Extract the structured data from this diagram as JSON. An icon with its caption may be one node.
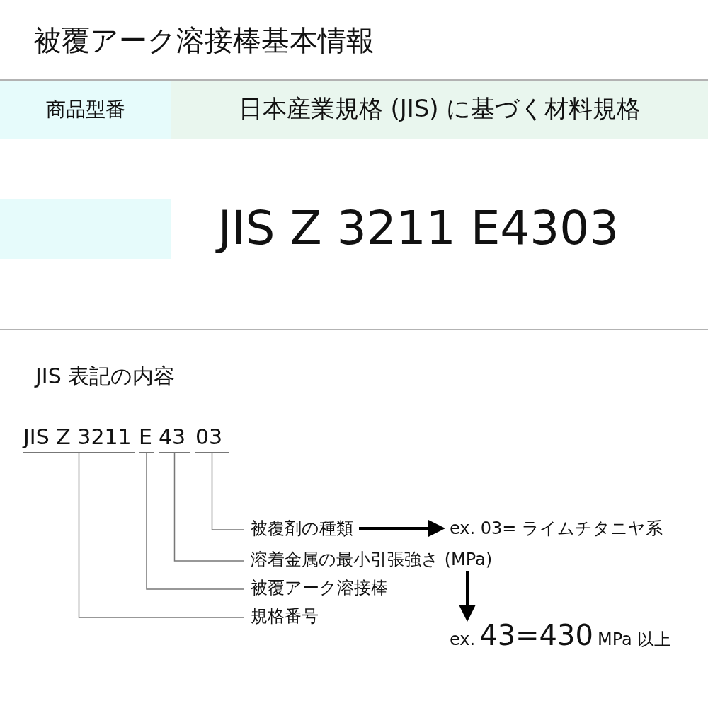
{
  "diagram": {
    "title": "被覆アーク溶接棒基本情報",
    "nodes": [
      {
        "text": [
          "JIS Z 3211"
        ]
      },
      {
        "text": [
          "E"
        ]
      },
      {
        "text": [
          "43"
        ]
      },
      {
        "text": [
          "03"
        ]
      },
      {
        "text": [
          "被覆剤の種類"
        ]
      },
      {
        "text": [
          "溶着金属の最小引張強さ (MPa)"
        ]
      },
      {
        "text": [
          "被覆アーク溶接棒"
        ]
      },
      {
        "text": [
          "規格番号"
        ]
      },
      {
        "text": [
          "ex. 03= ライムチタニヤ系"
        ]
      },
      {
        "text": [
          "ex.",
          "43=430",
          "MPa 以上"
        ]
      }
    ],
    "edges": [
      {
        "from": 3,
        "to": 4,
        "arrow": "none"
      },
      {
        "from": 2,
        "to": 5,
        "arrow": "none"
      },
      {
        "from": 1,
        "to": 6,
        "arrow": "none"
      },
      {
        "from": 0,
        "to": 7,
        "arrow": "none"
      },
      {
        "from": 4,
        "to": 8,
        "arrow": "to",
        "style": "thick",
        "color": "#000000"
      },
      {
        "from": 5,
        "to": 9,
        "arrow": "to",
        "style": "thick",
        "color": "#000000"
      }
    ],
    "labels": [
      "商品型番",
      "日本産業規格 (JIS) に基づく材料規格",
      "JIS Z 3211 E4303",
      "JIS 表記の内容"
    ]
  }
}
